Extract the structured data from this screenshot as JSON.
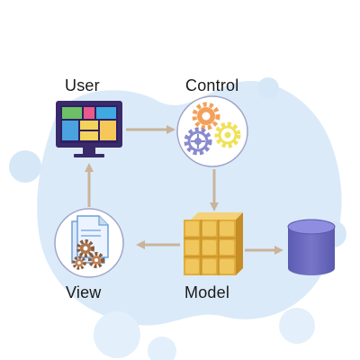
{
  "labels": {
    "user": "User",
    "control": "Control",
    "view": "View",
    "model": "Model"
  },
  "colors": {
    "blob": "#dbeaf8",
    "blob_bubble": "#cfe2f5",
    "arrow": "#c9b49b",
    "monitor_frame": "#3a2a6a",
    "monitor_screen": "#2f1f66",
    "gear_orange": "#f3a15a",
    "gear_purple": "#8a8ad0",
    "gear_yellow": "#f0e15a",
    "cube_gold": "#e6b84a",
    "database_purple": "#6d6cc0"
  },
  "icons": {
    "user": "monitor-icon",
    "control": "gears-icon",
    "view": "document-gear-icon",
    "model": "cube-grid-icon",
    "storage": "database-icon"
  }
}
